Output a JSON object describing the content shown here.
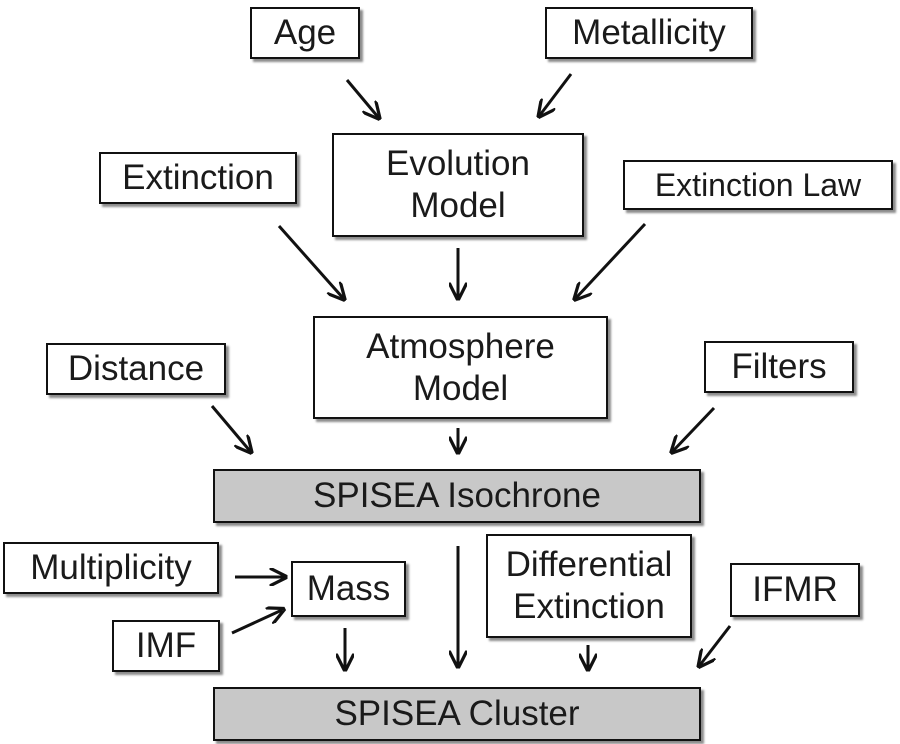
{
  "nodes": {
    "age": "Age",
    "metallicity": "Metallicity",
    "evolution_model": {
      "line1": "Evolution",
      "line2": "Model"
    },
    "extinction": "Extinction",
    "extinction_law": "Extinction Law",
    "atmosphere_model": {
      "line1": "Atmosphere",
      "line2": "Model"
    },
    "distance": "Distance",
    "filters": "Filters",
    "spisea_isochrone": "SPISEA Isochrone",
    "multiplicity": "Multiplicity",
    "imf": "IMF",
    "mass": "Mass",
    "differential_extinction": {
      "line1": "Differential",
      "line2": "Extinction"
    },
    "ifmr": "IFMR",
    "spisea_cluster": "SPISEA Cluster"
  },
  "colors": {
    "outline": "#111111",
    "text": "#1a1a1a",
    "output_fill": "#c8c8c8",
    "input_fill": "#ffffff"
  }
}
